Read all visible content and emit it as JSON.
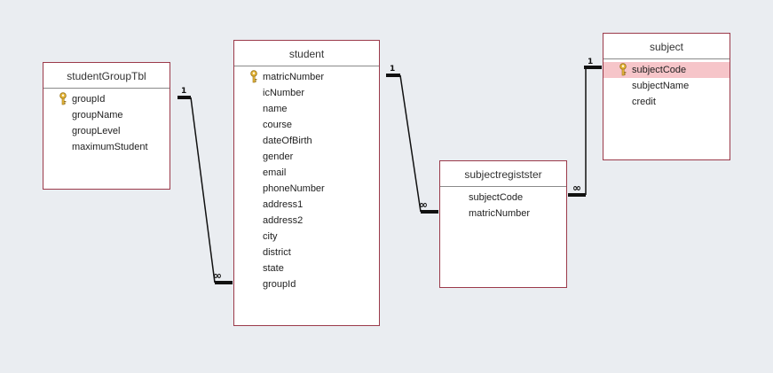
{
  "colors": {
    "background": "#eaedf1",
    "table_border": "#9b3a4a",
    "selected_field": "#f6c5c9",
    "key_icon": "#e8b83a",
    "relationship_line": "#111111"
  },
  "key_icon_name": "primary-key-icon",
  "tables": {
    "studentGroupTbl": {
      "title": "studentGroupTbl",
      "fields": [
        "groupId",
        "groupName",
        "groupLevel",
        "maximumStudent"
      ]
    },
    "student": {
      "title": "student",
      "fields": [
        "matricNumber",
        "icNumber",
        "name",
        "course",
        "dateOfBirth",
        "gender",
        "email",
        "phoneNumber",
        "address1",
        "address2",
        "city",
        "district",
        "state",
        "groupId"
      ]
    },
    "subjectregistster": {
      "title": "subjectregistster",
      "fields": [
        "subjectCode",
        "matricNumber"
      ]
    },
    "subject": {
      "title": "subject",
      "fields": [
        "subjectCode",
        "subjectName",
        "credit"
      ]
    }
  },
  "relationships": {
    "group_student": {
      "one": "1",
      "many": "∞"
    },
    "student_register": {
      "one": "1",
      "many": "∞"
    },
    "subject_register": {
      "one": "1",
      "many": "∞"
    }
  }
}
